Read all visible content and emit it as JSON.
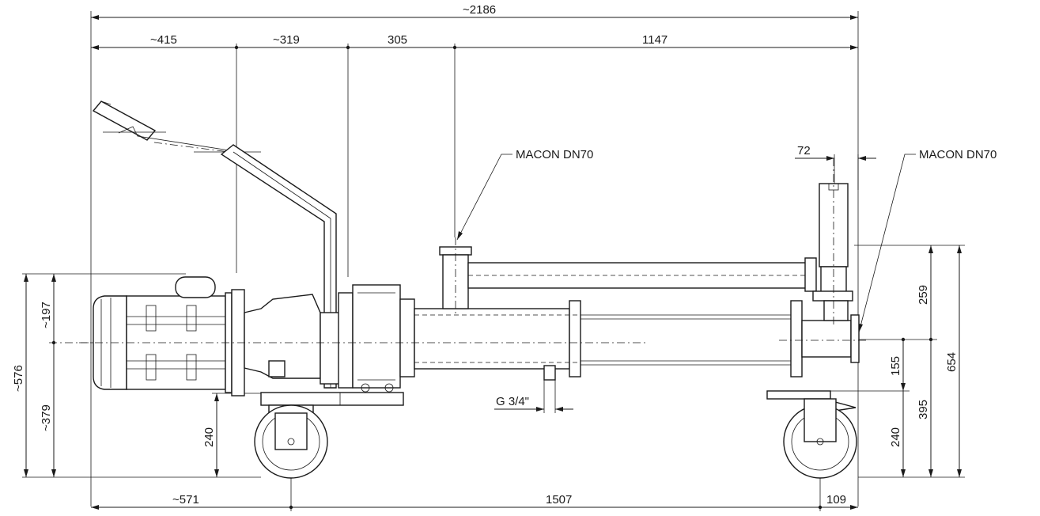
{
  "dimensions": {
    "overall_length": "~2186",
    "seg_415": "~415",
    "seg_319": "~319",
    "seg_305": "305",
    "seg_1147": "1147",
    "bottom_571": "~571",
    "bottom_1507": "1507",
    "bottom_109": "109",
    "left_576": "~576",
    "left_197": "~197",
    "left_379": "~379",
    "wheel_240_left": "240",
    "wheel_240_right": "240",
    "right_259": "259",
    "right_155": "155",
    "right_395": "395",
    "right_654": "654",
    "valve_72": "72",
    "port_g34": "G 3/4\""
  },
  "callouts": {
    "macon_left": "MACON DN70",
    "macon_right": "MACON DN70"
  }
}
